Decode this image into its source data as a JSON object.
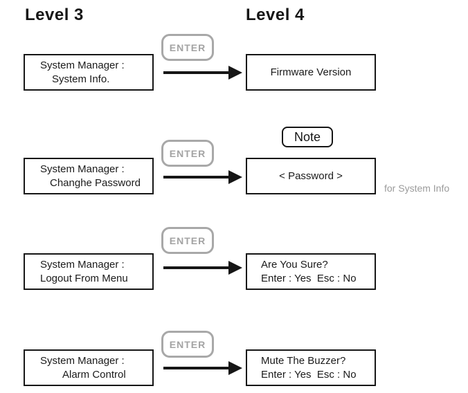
{
  "headings": {
    "level3": "Level 3",
    "level4": "Level 4"
  },
  "enter_label": "ENTER",
  "note_label": "Note",
  "annotation": "for System Info",
  "rows": [
    {
      "left1": "System Manager :",
      "left2": "System Info.",
      "right1": "Firmware Version"
    },
    {
      "left1": "System Manager :",
      "left2": "Changhe Password",
      "right1": "< Password >"
    },
    {
      "left1": "System Manager :",
      "left2": "Logout From Menu",
      "right1": "Are You Sure?",
      "right2": "Enter : Yes  Esc : No"
    },
    {
      "left1": "System Manager :",
      "left2": "Alarm Control",
      "right1": "Mute The Buzzer?",
      "right2": "Enter : Yes  Esc : No"
    }
  ],
  "colors": {
    "ink": "#161616",
    "key_gray": "#a8a8a8",
    "annotation_gray": "#9b9b9b",
    "background": "#ffffff"
  }
}
